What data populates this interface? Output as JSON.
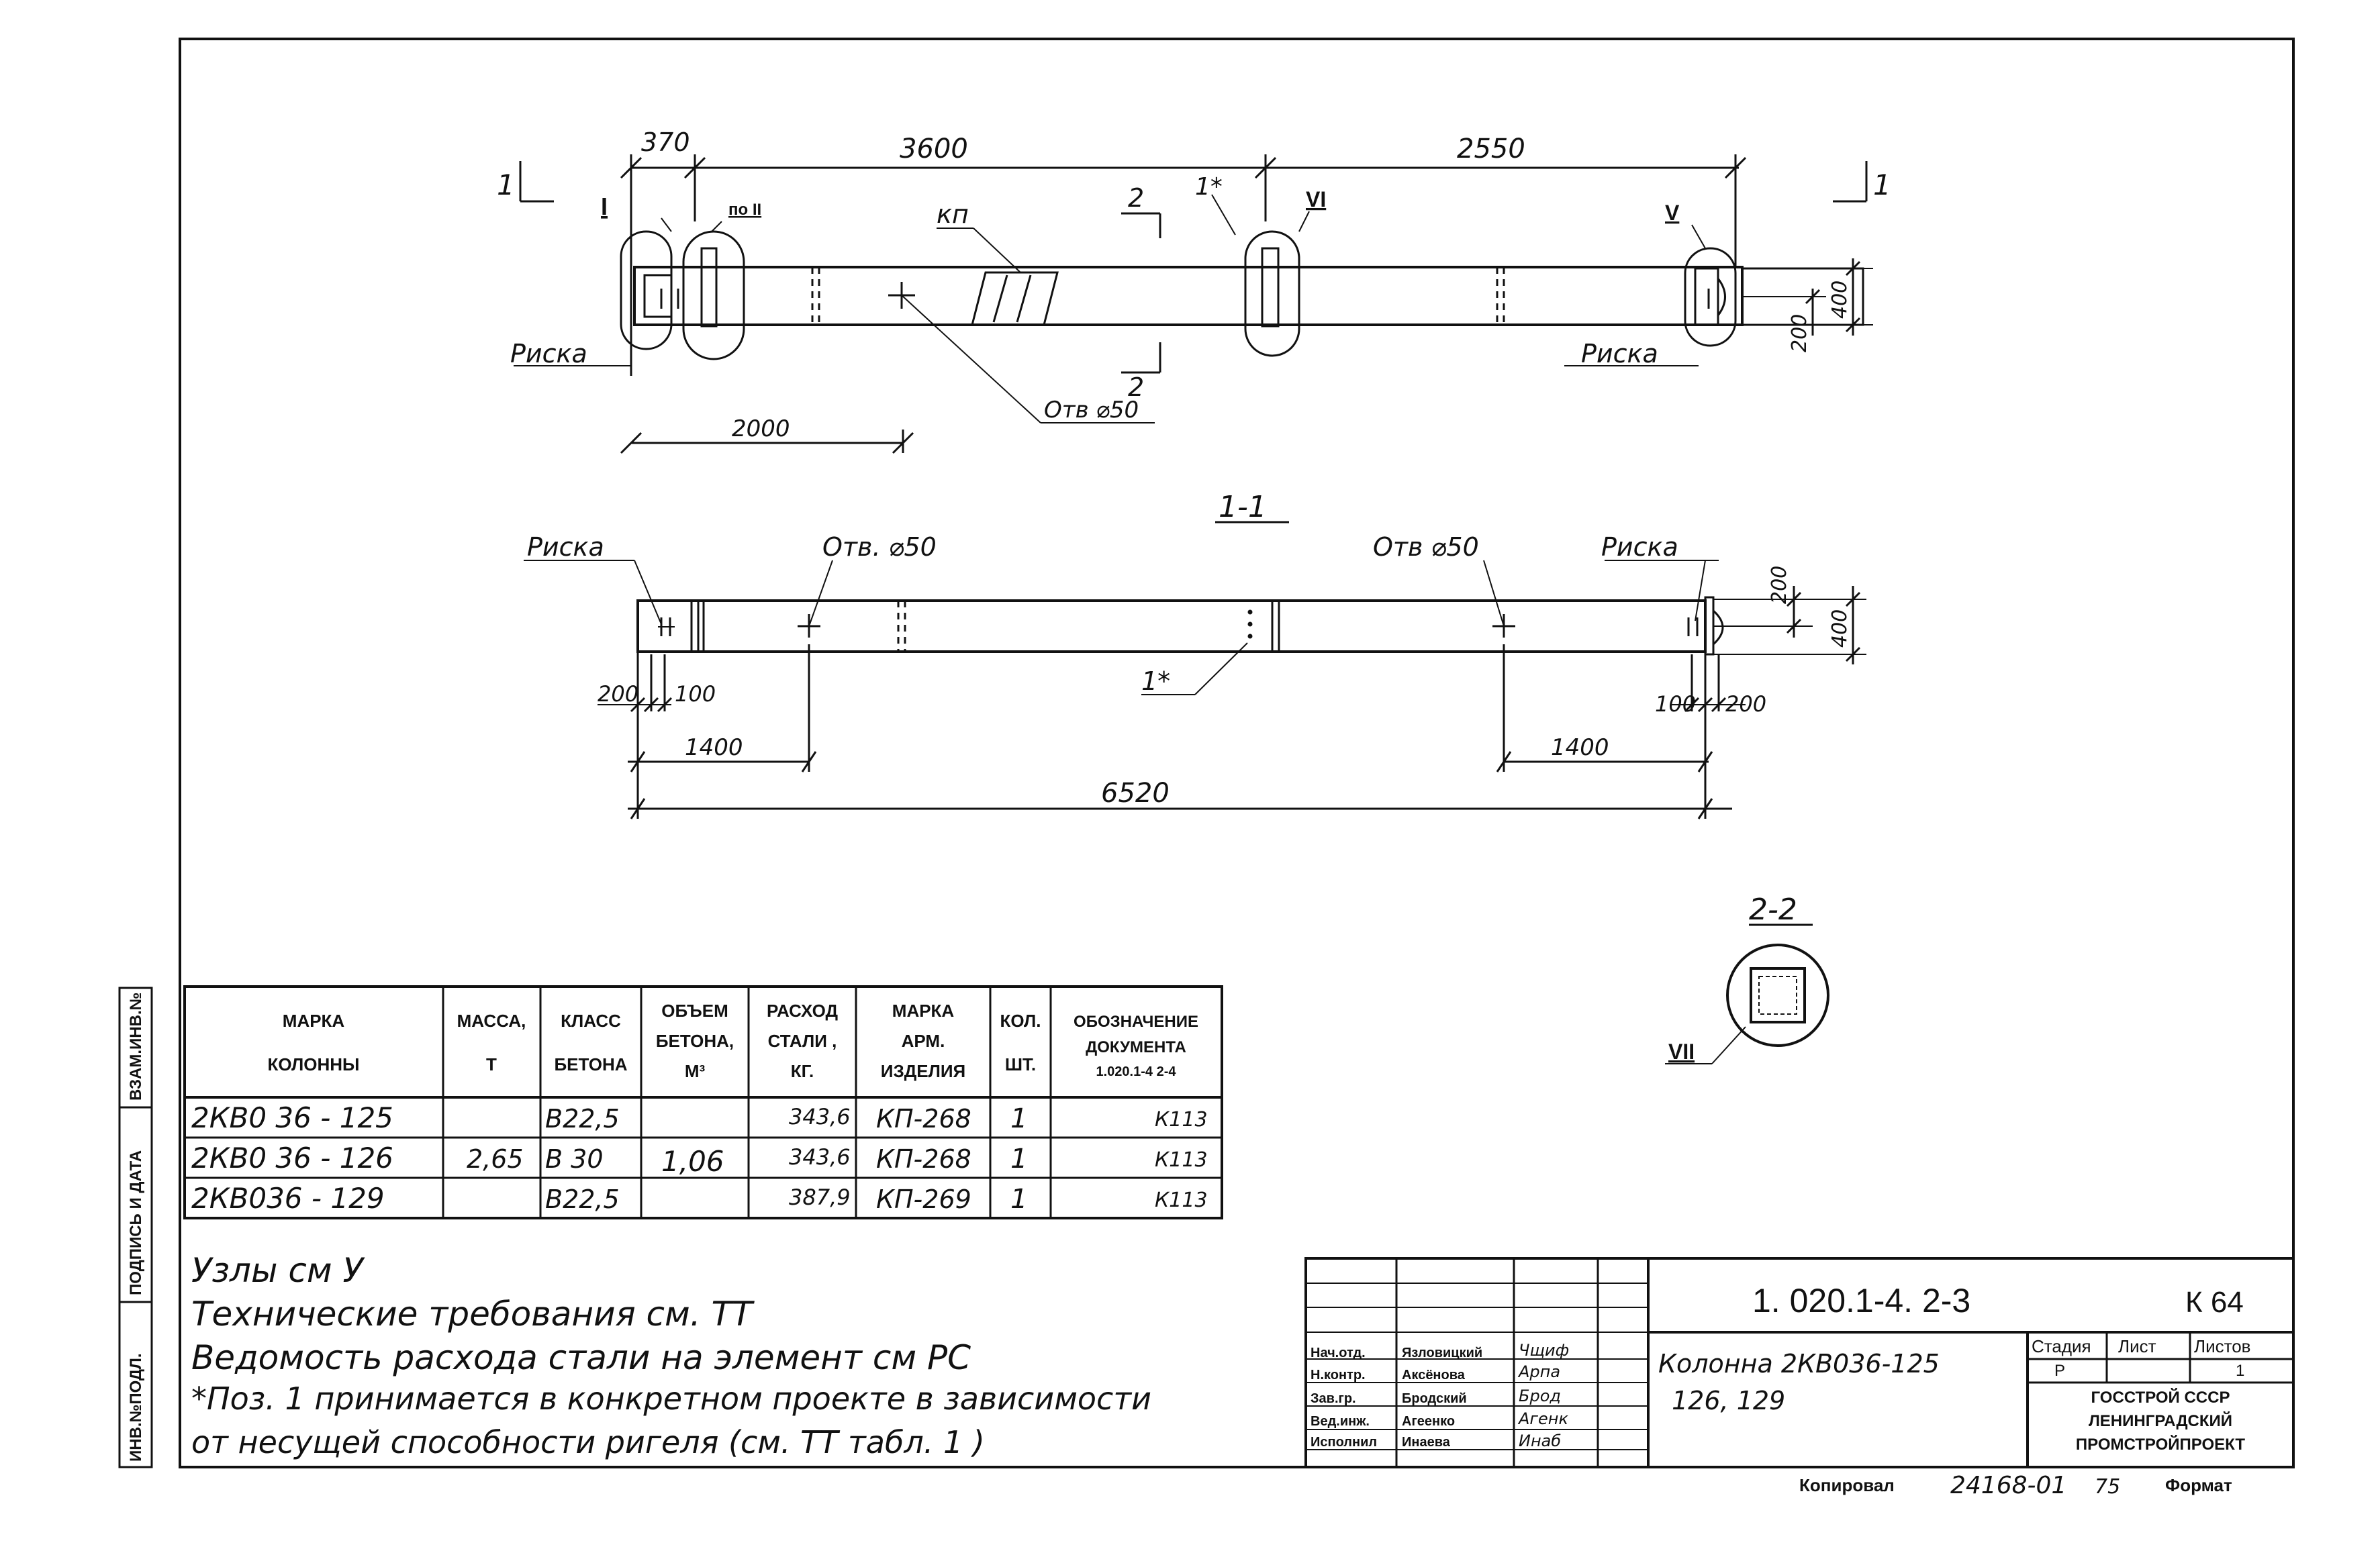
{
  "sheet": {
    "side_stamps": [
      "ВЗАМ.ИНВ.№",
      "ПОДПИСЬ И ДАТА",
      "ИНВ.№ПОДЛ."
    ]
  },
  "plan": {
    "dims_top": [
      "370",
      "3600",
      "2550"
    ],
    "dim_2000": "2000",
    "dim_height": "400",
    "dim_200": "200",
    "cut_1": "1",
    "cut_2": "2",
    "node_I": "I",
    "node_poII": "по II",
    "node_1star": "1*",
    "node_VI": "VI",
    "node_V": "V",
    "label_kp": "кп",
    "label_riska_left": "Риска",
    "label_riska_right": "Риска",
    "label_hole": "Отв ⌀50"
  },
  "section_1_1": {
    "title": "1-1",
    "label_riska_left": "Риска",
    "label_riska_right": "Риска",
    "label_hole_left": "Отв. ⌀50",
    "label_hole_right": "Отв ⌀50",
    "label_1star": "1*",
    "dims": {
      "d200_l": "200",
      "d100_l": "100",
      "d1400_l": "1400",
      "d100_r": "100",
      "d200_r": "200",
      "d1400_r": "1400",
      "total": "6520",
      "h200": "200",
      "h400": "400"
    }
  },
  "section_2_2": {
    "title": "2-2",
    "node_VII": "VII"
  },
  "spec_table": {
    "headers": [
      [
        "МАРКА",
        "КОЛОННЫ"
      ],
      [
        "МАССА,",
        "Т"
      ],
      [
        "КЛАСС",
        "БЕТОНА"
      ],
      [
        "ОБЪЕМ",
        "БЕТОНА,",
        "М³"
      ],
      [
        "РАСХОД",
        "СТАЛИ ,",
        "КГ."
      ],
      [
        "МАРКА",
        "АРМ.",
        "ИЗДЕЛИЯ"
      ],
      [
        "КОЛ.",
        "ШТ."
      ],
      [
        "ОБОЗНАЧЕНИЕ",
        "ДОКУМЕНТА",
        "1.020.1-4 2-4"
      ]
    ],
    "mass": "2,65",
    "volume": "1,06",
    "rows": [
      {
        "mark": "2КВ0 36 - 125",
        "class": "В22,5",
        "steel": "343,6",
        "arm": "КП-268",
        "qty": "1",
        "doc": "К113"
      },
      {
        "mark": "2КВ0 36 - 126",
        "class": "В 30",
        "steel": "343,6",
        "arm": "КП-268",
        "qty": "1",
        "doc": "К113"
      },
      {
        "mark": "2КВ036 - 129",
        "class": "В22,5",
        "steel": "387,9",
        "arm": "КП-269",
        "qty": "1",
        "doc": "К113"
      }
    ]
  },
  "notes": [
    "Узлы см У",
    "Технические требования см. ТТ",
    "Ведомость расхода стали на элемент см РС",
    "*Поз. 1 принимается в конкретном проекте в зависимости",
    "от несущей способности ригеля (см. ТТ табл. 1 )"
  ],
  "title_block": {
    "doc_code": "1. 020.1-4. 2-3",
    "sheet_code": "К 64",
    "roles": [
      "Нач.отд.",
      "Н.контр.",
      "Зав.гр.",
      "Вед.инж.",
      "Исполнил"
    ],
    "names": [
      "Язловицкий",
      "Аксёнова",
      "Бродский",
      "Агеенко",
      "Инаева"
    ],
    "signatures": [
      "Чщиф",
      "Арпа",
      "Брод",
      "Агенк",
      "Инаб"
    ],
    "name_line1": "Колонна 2КВ036-125",
    "name_line2": "126, 129",
    "stage_header": "Стадия",
    "sheet_header": "Лист",
    "sheets_header": "Листов",
    "stage_value": "Р",
    "sheet_value": "1",
    "org_line1": "ГОССТРОЙ СССР",
    "org_line2": "ЛЕНИНГРАДСКИЙ",
    "org_line3": "ПРОМСТРОЙПРОЕКТ"
  },
  "footer": {
    "copied_label": "Копировал",
    "order_no": "24168-01",
    "order_suffix": "75",
    "format_label": "Формат"
  }
}
